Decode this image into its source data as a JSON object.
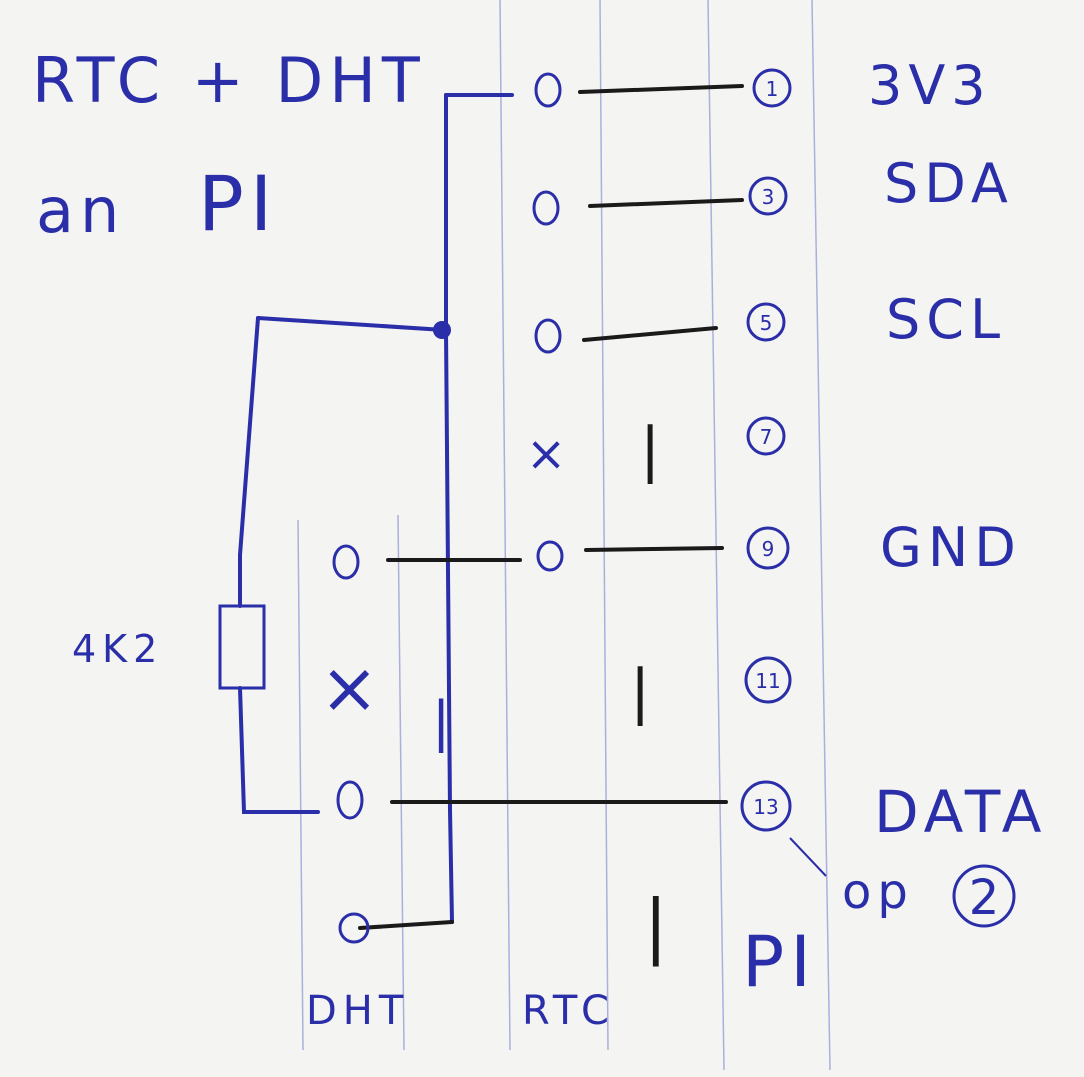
{
  "title": {
    "line1": "RTC + DHT",
    "line2": "an",
    "line3": "PI"
  },
  "resistor": {
    "label": "4K2"
  },
  "columns": {
    "dht": "DHT",
    "rtc": "RTC",
    "pi": "PI"
  },
  "pi_pins": [
    "1",
    "3",
    "5",
    "7",
    "9",
    "11",
    "13"
  ],
  "signals": {
    "pin1": "3V3",
    "pin3": "SDA",
    "pin5": "SCL",
    "pin9": "GND",
    "pin13": "DATA"
  },
  "annotation": {
    "text": "op",
    "circled": "2"
  },
  "marks": {
    "unused": "×",
    "not_connected": "|"
  },
  "colors": {
    "ink": "#2a2ea8",
    "wire": "#1a1a1a",
    "rule": "#a9b0dc",
    "paper": "#f4f4f2"
  }
}
